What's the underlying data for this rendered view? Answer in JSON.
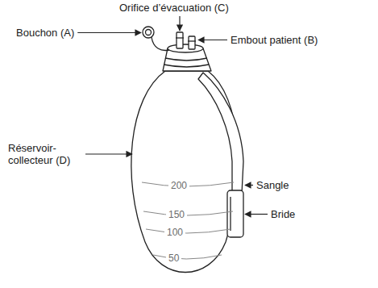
{
  "diagram": {
    "labels": [
      "Orifice d’évacuation (C)",
      "Bouchon (A)",
      "Embout patient (B)",
      "Réservoir-collecteur (D)",
      "Sangle",
      "Bride",
      "200",
      "150",
      "100",
      "50"
    ]
  }
}
